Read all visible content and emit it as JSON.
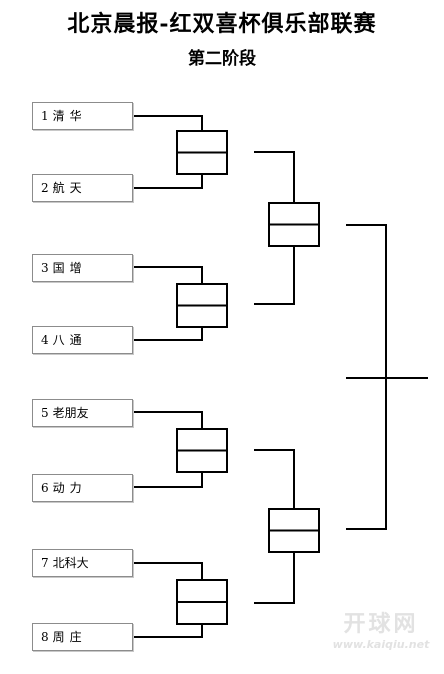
{
  "header": {
    "title": "北京晨报-红双喜杯俱乐部联赛",
    "subtitle": "第二阶段"
  },
  "teams": [
    {
      "seed": "1",
      "name": "清华"
    },
    {
      "seed": "2",
      "name": "航天"
    },
    {
      "seed": "3",
      "name": "国增"
    },
    {
      "seed": "4",
      "name": "八通"
    },
    {
      "seed": "5",
      "name": "老朋友"
    },
    {
      "seed": "6",
      "name": "动力"
    },
    {
      "seed": "7",
      "name": "北科大"
    },
    {
      "seed": "8",
      "name": "周庄"
    }
  ],
  "watermark": {
    "main": "开球网",
    "url": "www.kaiqiu.net"
  }
}
